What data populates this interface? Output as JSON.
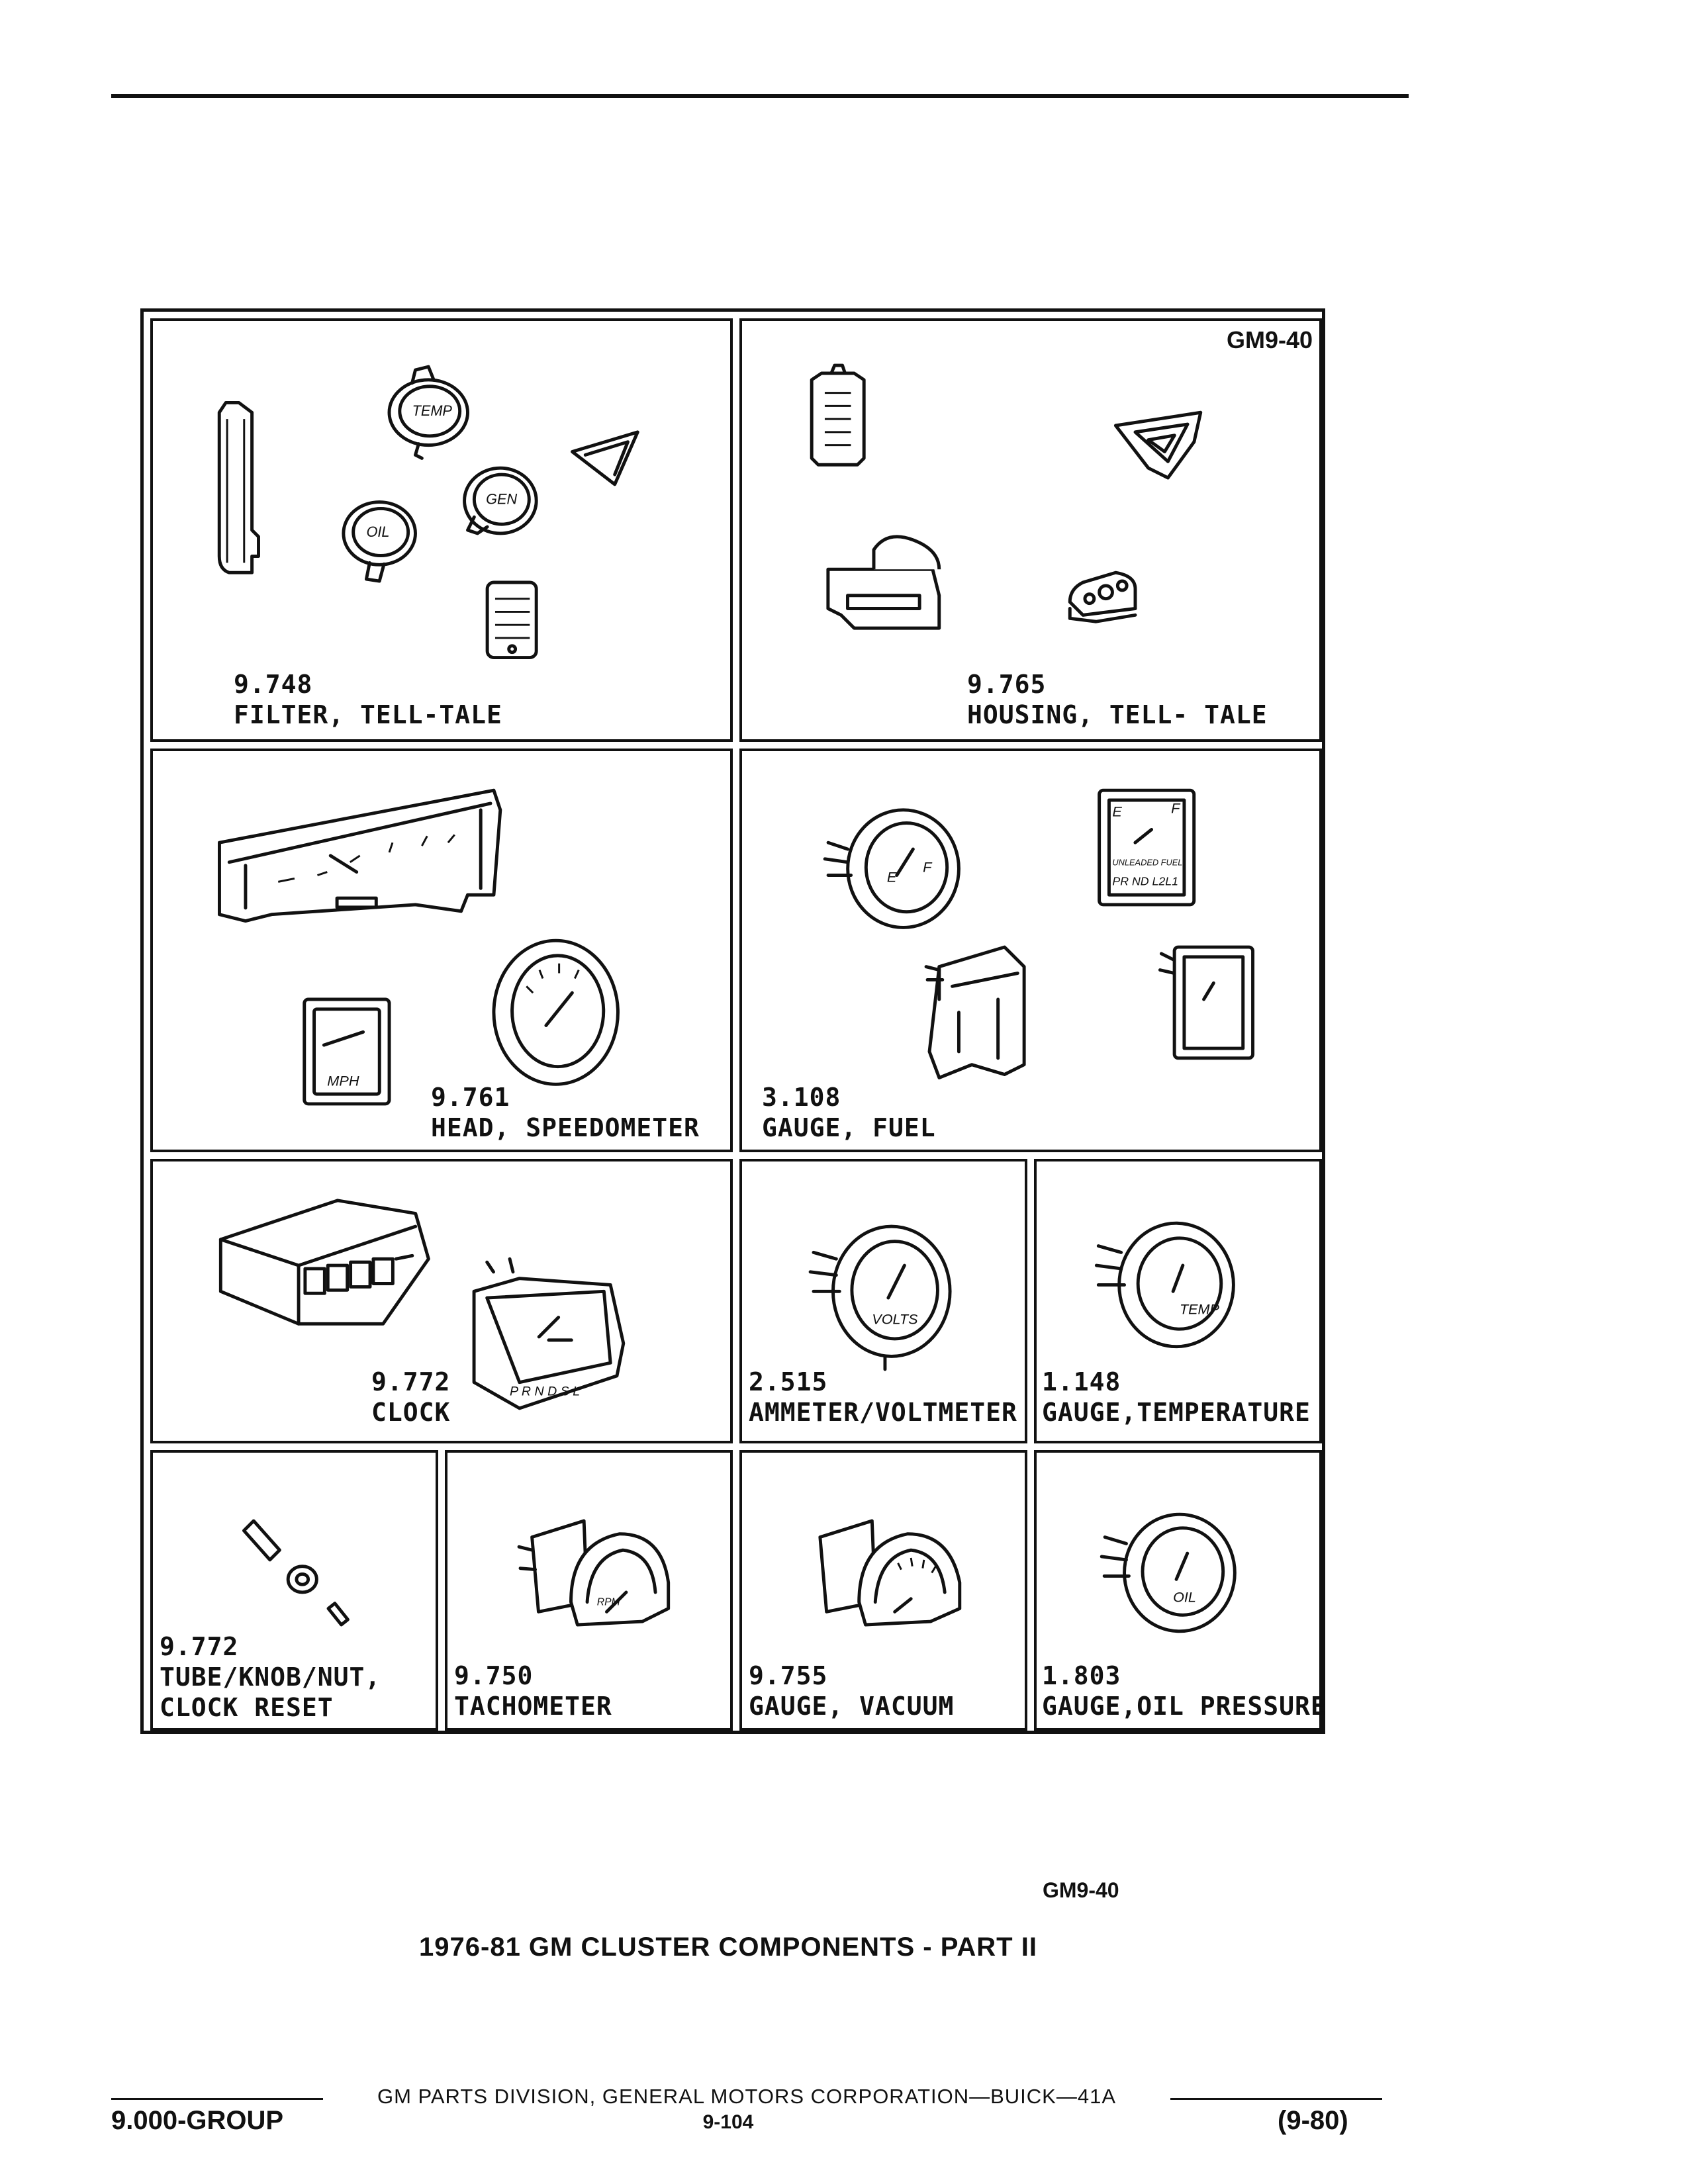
{
  "figure": {
    "code_top": "GM9-40",
    "cells": [
      {
        "num": "9.748",
        "name": "FILTER, TELL-TALE"
      },
      {
        "num": "9.765",
        "name": "HOUSING, TELL- TALE"
      },
      {
        "num": "9.761",
        "name": "HEAD, SPEEDOMETER"
      },
      {
        "num": "3.108",
        "name": "GAUGE, FUEL"
      },
      {
        "num": "9.772",
        "name": "CLOCK"
      },
      {
        "num": "2.515",
        "name": "AMMETER/VOLTMETER"
      },
      {
        "num": "1.148",
        "name": "GAUGE,TEMPERATURE"
      },
      {
        "num": "9.772",
        "name": "TUBE/KNOB/NUT,",
        "name2": "CLOCK RESET"
      },
      {
        "num": "9.750",
        "name": "TACHOMETER"
      },
      {
        "num": "9.755",
        "name": "GAUGE, VACUUM"
      },
      {
        "num": "1.803",
        "name": "GAUGE,OIL PRESSURE"
      }
    ],
    "dial_labels": {
      "temp": "TEMP",
      "gen": "GEN",
      "oil": "OIL",
      "volts": "VOLTS",
      "temp_gauge": "TEMP",
      "oil_gauge": "OIL",
      "rpm": "RPM",
      "prndsl": "P R N D S L",
      "prnd": "PR ND L2L1",
      "unleaded": "UNLEADED FUEL"
    }
  },
  "caption": {
    "code": "GM9-40",
    "title": "1976-81 GM CLUSTER COMPONENTS - PART II"
  },
  "footer": {
    "corp": "GM PARTS DIVISION, GENERAL MOTORS CORPORATION—BUICK—41A",
    "group": "9.000-GROUP",
    "page": "9-104",
    "date": "(9-80)"
  }
}
